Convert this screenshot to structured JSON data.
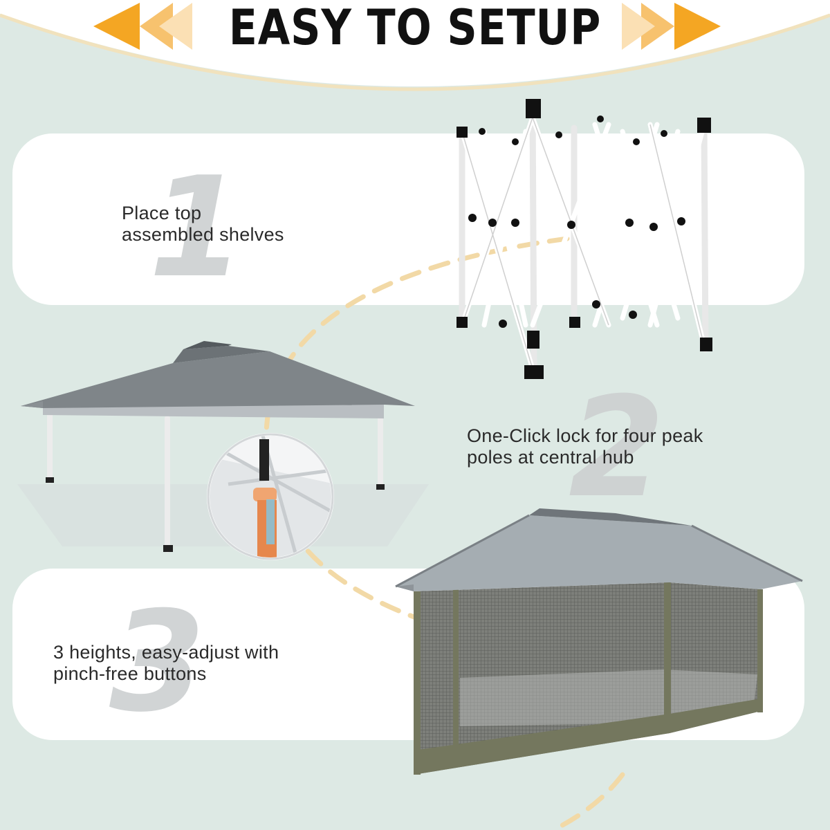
{
  "headline": "EASY TO SETUP",
  "colors": {
    "background": "#dde9e4",
    "card": "#ffffff",
    "accent_arrow": "#f4a623",
    "dashed_path": "#f2d9a6",
    "step_number": "#cdd0d1"
  },
  "steps": [
    {
      "number": "1",
      "lines": [
        "Place top",
        "assembled shelves"
      ]
    },
    {
      "number": "2",
      "lines": [
        "One-Click lock for four peak",
        "poles at central hub"
      ]
    },
    {
      "number": "3",
      "lines": [
        "3 heights, easy-adjust with",
        "pinch-free buttons"
      ]
    }
  ]
}
